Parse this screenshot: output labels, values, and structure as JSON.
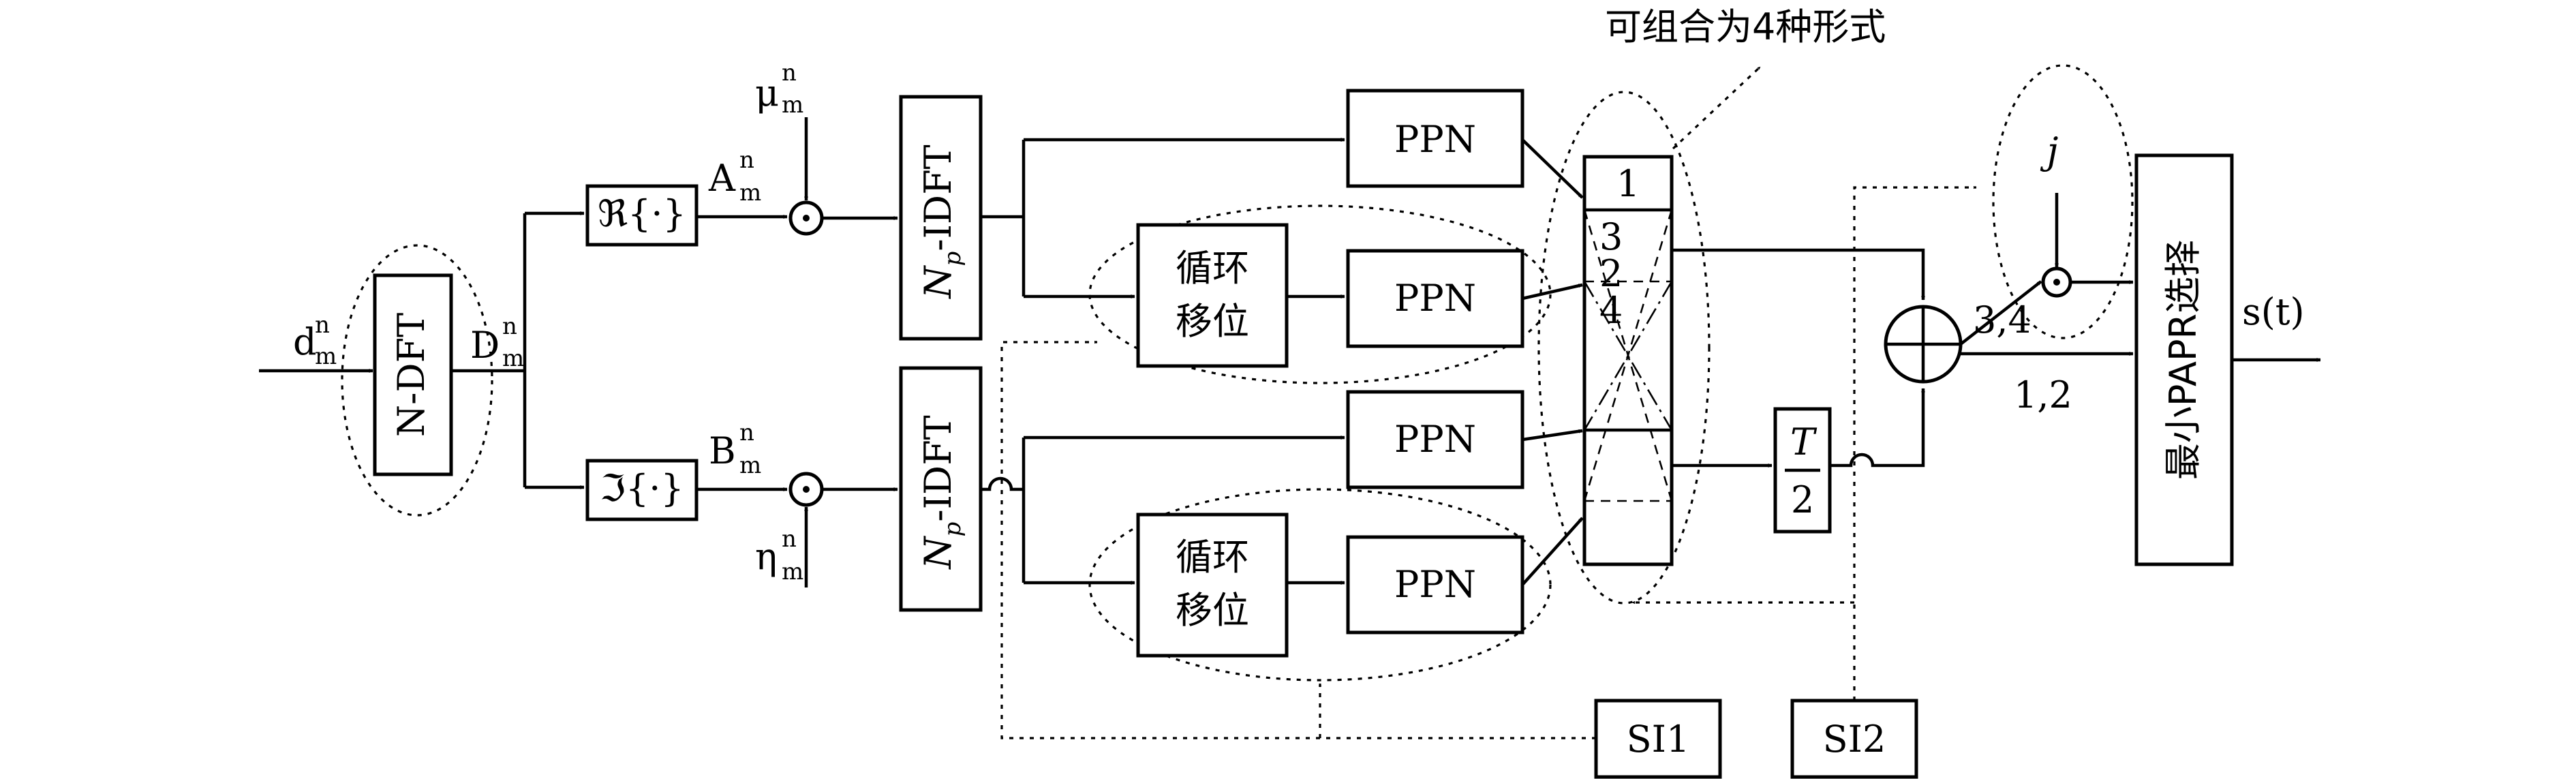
{
  "labels": {
    "input_symbol": "d",
    "input_symbol_sup": "n",
    "input_symbol_sub": "m",
    "ndft": "N-DFT",
    "dft_output": "D",
    "dft_output_sup": "n",
    "dft_output_sub": "m",
    "real_part": "ℜ{·}",
    "imag_part": "ℑ{·}",
    "a_symbol": "A",
    "a_sup": "n",
    "a_sub": "m",
    "b_symbol": "B",
    "b_sup": "n",
    "b_sub": "m",
    "mu_symbol": "μ",
    "mu_sup": "n",
    "mu_sub": "m",
    "eta_symbol": "η",
    "eta_sup": "n",
    "eta_sub": "m",
    "odot": "⊙",
    "idft_n": "N",
    "idft_sub": "p",
    "idft_rest": "-IDFT",
    "ppn": "PPN",
    "cyclic_shift_line1": "循环",
    "cyclic_shift_line2": "移位",
    "combine_note": "可组合为4种形式",
    "combo_row_1": "1",
    "combo_row_3": "3",
    "combo_row_2": "2",
    "combo_row_4": "4",
    "half_t_num": "T",
    "half_t_den": "2",
    "j_symbol": "j",
    "path_34": "3,4",
    "path_12": "1,2",
    "papr_select": "最小PAPR选择",
    "output": "s(t)",
    "si1": "SI1",
    "si2": "SI2"
  }
}
